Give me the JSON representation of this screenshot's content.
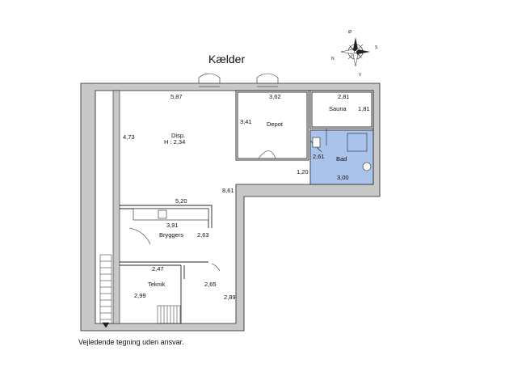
{
  "title": "Kælder",
  "footer": "Vejledende tegning uden ansvar.",
  "compass": {
    "n": "N",
    "s": "S",
    "e": "Ø",
    "w": "V"
  },
  "colors": {
    "wall": "#c8c8c8",
    "bathroom": "#a9c3ea",
    "line": "#222222"
  },
  "rooms": {
    "disp": {
      "name": "Disp.",
      "height": "H : 2,34"
    },
    "depot": {
      "name": "Depot"
    },
    "sauna": {
      "name": "Sauna"
    },
    "bad": {
      "name": "Bad"
    },
    "bryggers": {
      "name": "Bryggers"
    },
    "teknik": {
      "name": "Teknik"
    }
  },
  "dimensions": {
    "d587": "5,87",
    "d362": "3,62",
    "d281": "2,81",
    "d181": "1,81",
    "d473": "4,73",
    "d341": "3,41",
    "d261": "2,61",
    "d120": "1,20",
    "d300": "3,00",
    "d861": "8,61",
    "d520": "5,20",
    "d391": "3,91",
    "d263": "2,63",
    "d247": "2,47",
    "d265": "2,65",
    "d299": "2,99",
    "d289": "2,89"
  }
}
